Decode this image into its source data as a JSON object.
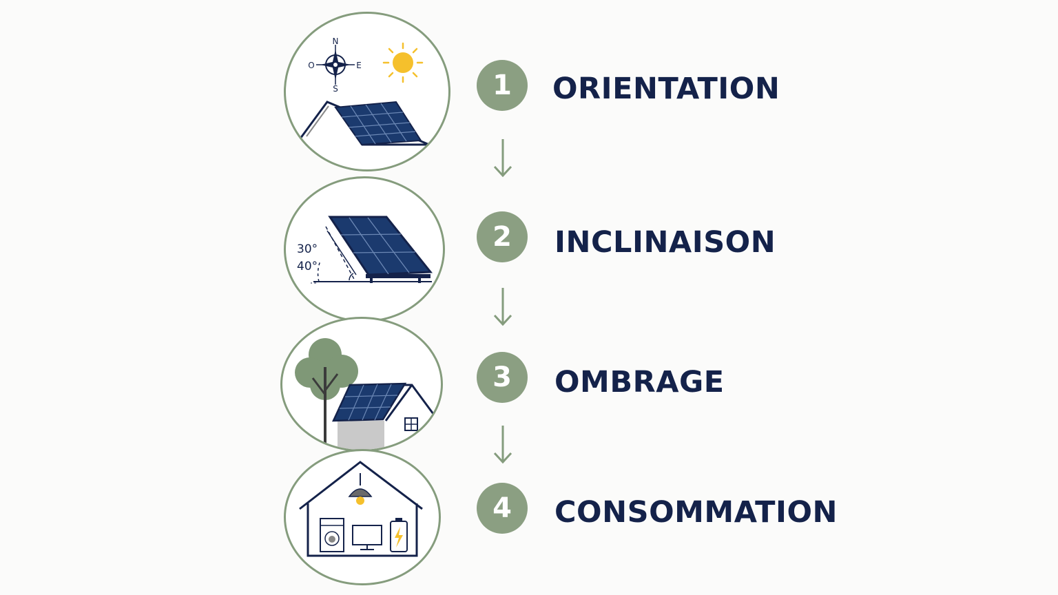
{
  "steps": [
    {
      "number": "1",
      "label": "ORIENTATION"
    },
    {
      "number": "2",
      "label": "INCLINAISON"
    },
    {
      "number": "3",
      "label": "OMBRAGE"
    },
    {
      "number": "4",
      "label": "CONSOMMATION"
    }
  ],
  "compass": {
    "n": "N",
    "s": "S",
    "e": "E",
    "o": "O"
  },
  "angles": {
    "a1": "30°",
    "a2": "40°"
  },
  "colors": {
    "accent_green": "#8b9f82",
    "circle_border": "#859c7d",
    "text_navy": "#14224a",
    "panel_blue": "#1b3a6e",
    "sun_yellow": "#f5c02c"
  }
}
